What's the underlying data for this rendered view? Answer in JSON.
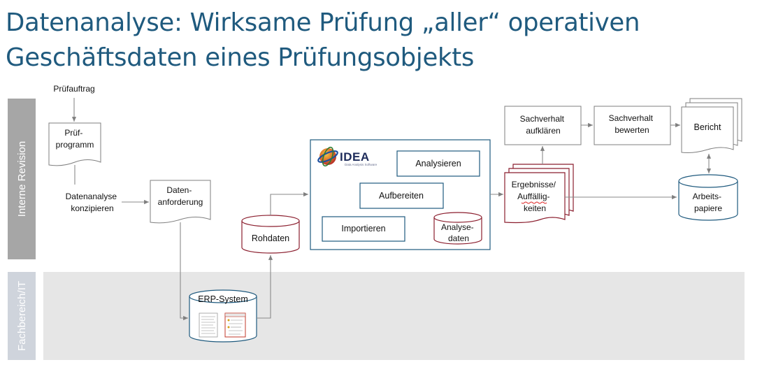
{
  "title": {
    "line1": "Datenanalyse: Wirksame Prüfung „aller“ operativen",
    "line2": "Geschäftsdaten eines Prüfungsobjekts"
  },
  "lanes": {
    "top": "Interne Revision",
    "bottom": "Fachbereich/IT"
  },
  "nodes": {
    "pruefauftrag": "Prüfauftrag",
    "pruefprogramm": [
      "Prüf-",
      "programm"
    ],
    "konzipieren": [
      "Datenanalyse",
      "konzipieren"
    ],
    "datenanforderung": [
      "Daten-",
      "anforderung"
    ],
    "rohdaten": "Rohdaten",
    "erp": "ERP-System",
    "idea_logo": "IDEA",
    "idea_logo_sub": "Data Analysis Software",
    "analysieren": "Analysieren",
    "aufbereiten": "Aufbereiten",
    "importieren": "Importieren",
    "analysedaten": [
      "Analyse-",
      "daten"
    ],
    "ergebnisse": [
      "Ergebnisse/",
      "Auffällig-",
      "keiten"
    ],
    "sachverhalt_aufklaeren": [
      "Sachverhalt",
      "aufklären"
    ],
    "sachverhalt_bewerten": [
      "Sachverhalt",
      "bewerten"
    ],
    "bericht": "Bericht",
    "arbeitspapiere": [
      "Arbeits-",
      "papiere"
    ]
  },
  "colors": {
    "title": "#1f5a7e",
    "lane_top": "#a6a6a6",
    "lane_bottom_band": "#e6e6e6",
    "lane_bottom_label": "#cfd4dc",
    "accent_blue": "#1f5a7e",
    "accent_red": "#8b1e2e"
  }
}
